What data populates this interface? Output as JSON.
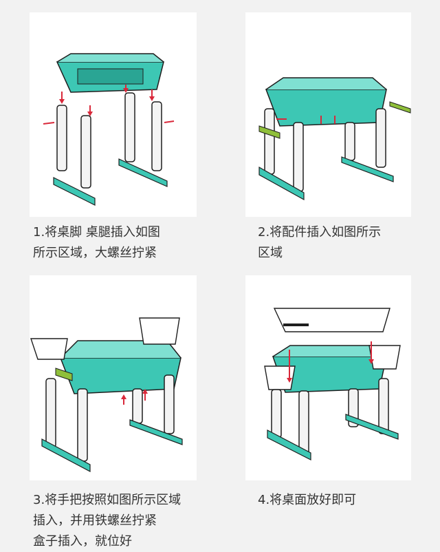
{
  "colors": {
    "teal": "#3dc7b4",
    "teal_dark": "#2aa594",
    "outline": "#1e1e1e",
    "arrow": "#d9283a",
    "leg": "#f4f4f4",
    "handle": "#8fbf3a"
  },
  "steps": [
    {
      "lines": [
        "1.将桌脚 桌腿插入如图",
        "所示区域，大螺丝拧紧"
      ]
    },
    {
      "lines": [
        "2.将配件插入如图所示",
        "区域"
      ]
    },
    {
      "lines": [
        "3.将手把按照如图所示区域",
        "插入，并用铁螺丝拧紧",
        "盒子插入，就位好"
      ]
    },
    {
      "lines": [
        "4.将桌面放好即可"
      ]
    }
  ]
}
